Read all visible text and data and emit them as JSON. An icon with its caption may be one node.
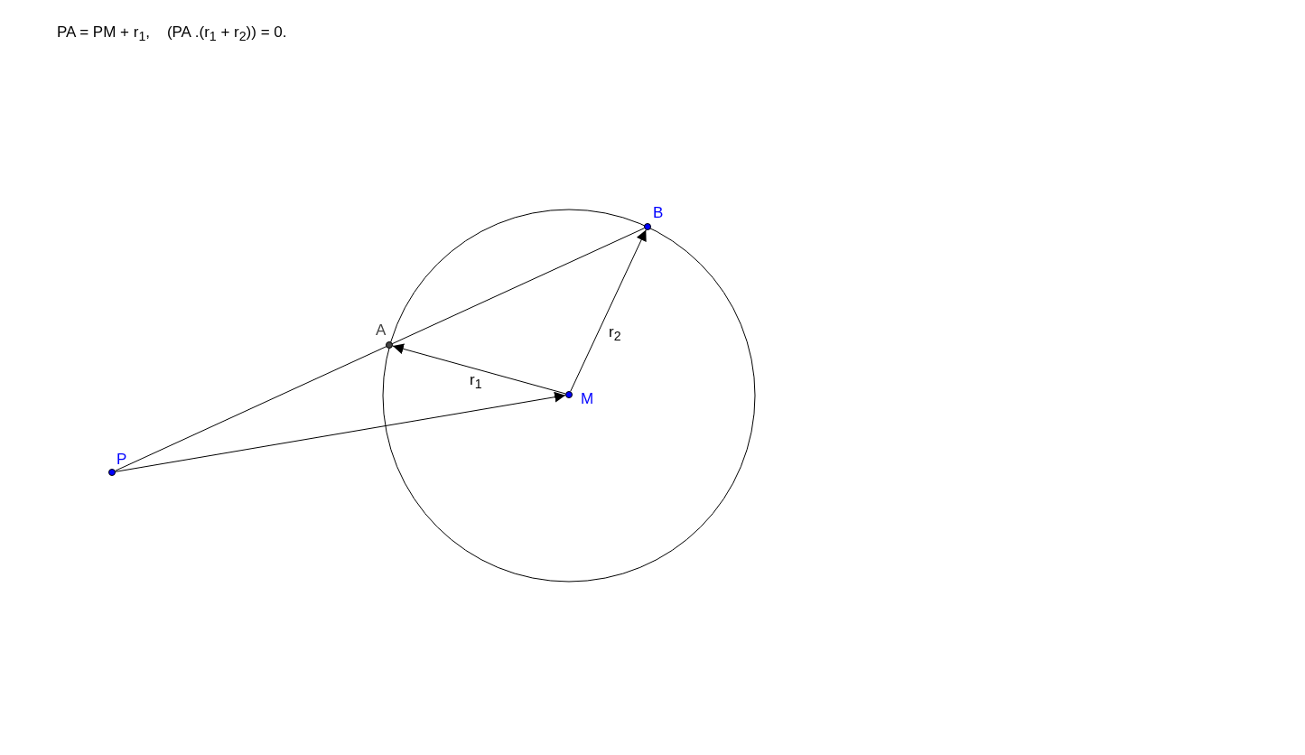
{
  "diagram": {
    "title": "PA = PM + r$_{1}$,    (PA .(r$_{1}$ + r$_{2}$)) = 0.",
    "nodes": [
      {
        "text": [
          "P"
        ]
      },
      {
        "text": [
          "A"
        ]
      },
      {
        "text": [
          "B"
        ]
      },
      {
        "text": [
          "M"
        ]
      }
    ],
    "edges": [
      {
        "from": 0,
        "to": 2,
        "arrow": "none"
      },
      {
        "from": 0,
        "to": 3,
        "arrow": "to"
      },
      {
        "from": 3,
        "to": 1,
        "arrow": "to",
        "label": "r$_{1}$"
      },
      {
        "from": 3,
        "to": 2,
        "arrow": "to",
        "label": "r$_{2}$"
      }
    ]
  }
}
